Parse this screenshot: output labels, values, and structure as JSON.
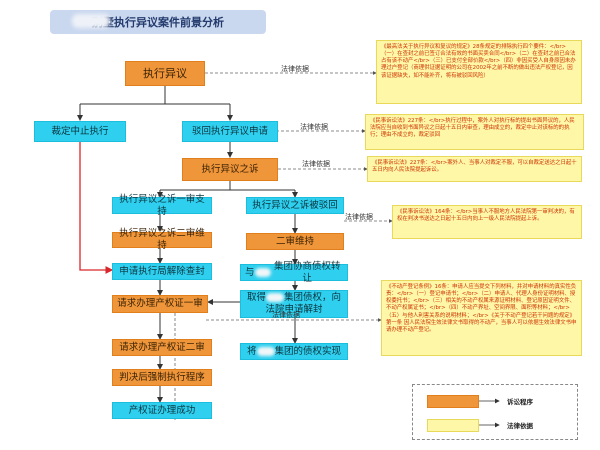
{
  "title": "别墅执行异议案件前景分析",
  "nodes": {
    "n1": "执行异议",
    "n2": "裁定中止执行",
    "n3": "驳回执行异议申请",
    "n4": "执行异议之诉",
    "n5": "执行异议之诉一审支持",
    "n6": "执行异议之诉被驳回",
    "n7": "执行异议之诉二审维持",
    "n8": "二审维持",
    "n9": "申请执行局解除查封",
    "n10a": "与",
    "n10b": "集团协商债权转让",
    "n11": "请求办理产权证一审",
    "n12a": "取得",
    "n12b": "集团债权，向法院申请解封",
    "n13": "请求办理产权证二审",
    "n14a": "将",
    "n14b": "集团的债权实现",
    "n15": "判决后强制执行程序",
    "n16": "产权证办理成功"
  },
  "labels": {
    "l1": "法律依据",
    "l2": "法律依据",
    "l3": "法律依据",
    "l4": "法律依据",
    "l5": "法律依据"
  },
  "notes": {
    "note1": "《最高法关于执行异议和复议的规定》28条规定的排除执行四个要件：</br>（一）在查封之前已签订合法有效的书面买卖合同</br>（二）在查封之前已合法占有该不动产</br>（三）已支付全部价款</br>（四）非因买受人自身原因未办理过户登记（商理供证据证明的公司在2002年之前不断的做出违法产权登记，因该证据缺失，如不能补齐，将有被驳回风险）",
    "note2": "《民事诉讼法》227条：</br>执行过程中，案外人对执行标的提出书面异议的，人民法院应当自收到书面异议之日起十五日内审查，理由成立的，裁定中止对该标的的执行；理由不成立的，裁定驳回",
    "note3": "《民事诉讼法》227条：</br>案外人、当事人对裁定不服，可以自裁定送达之日起十五日内向人民法院提起诉讼。",
    "note4": "《民事诉讼法》164条：</br>当事人不服地方人民法院第一审判决的，有权在判决书送达之日起十五日内向上一级人民法院提起上诉。",
    "note5": "《不动产登记条例》16条：申请人应当提交下列材料，并对申请材料的真实性负责：</br>（一）登记申请书；</br>（二）申请人、代理人身份证明材料、授权委托书；</br>（三）相关的不动产权属来源证明材料、登记原因证明文件、不动产权属证书；</br>（四）不动产界址、空间界限、面积等材料；</br>（五）与他人利害关系的说明材料；</br>《关于不动产登记若干问题的规定》第一条 因人民法院生效法律文书取得的不动产，当事人可以依据生效法律文书申请办理不动产登记。"
  },
  "legend": {
    "item1": "诉讼程序",
    "item2": "法律依据"
  },
  "colors": {
    "orange": "#f0963a",
    "cyan": "#2fd0ef",
    "note_bg": "#fff7a8",
    "note_text": "#cc3300",
    "arrow_red": "#d9262b"
  }
}
